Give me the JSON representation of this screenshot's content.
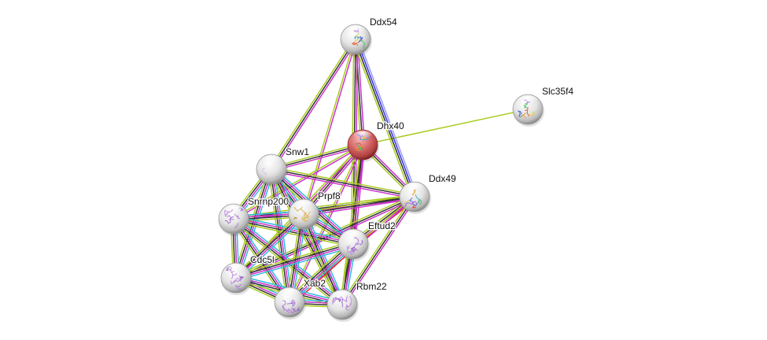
{
  "title": "Protein interaction network",
  "edge_colors": {
    "experimental": "#cc33cc",
    "database": "#33bbdd",
    "textmining": "#aacc22",
    "coexpression": "#333333",
    "neighborhood": "#3333ee",
    "gene_fusion": "#ee2222",
    "homology": "#9999ff"
  },
  "nodes": [
    {
      "id": "Ddx54",
      "label": "Ddx54",
      "query": false,
      "structure": "rainbow"
    },
    {
      "id": "Dhx40",
      "label": "Dhx40",
      "query": true,
      "structure": "rainbow"
    },
    {
      "id": "Slc35f4",
      "label": "Slc35f4",
      "query": false,
      "structure": "rainbow"
    },
    {
      "id": "Snw1",
      "label": "Snw1",
      "query": false,
      "structure": "faint"
    },
    {
      "id": "Ddx49",
      "label": "Ddx49",
      "query": false,
      "structure": "rainbow"
    },
    {
      "id": "Snrnp200",
      "label": "Snrnp200",
      "query": false,
      "structure": "purple"
    },
    {
      "id": "Prpf8",
      "label": "Prpf8",
      "query": false,
      "structure": "gold"
    },
    {
      "id": "Eftud2",
      "label": "Eftud2",
      "query": false,
      "structure": "purple"
    },
    {
      "id": "Cdc5l",
      "label": "Cdc5l",
      "query": false,
      "structure": "purple"
    },
    {
      "id": "Xab2",
      "label": "Xab2",
      "query": false,
      "structure": "purple"
    },
    {
      "id": "Rbm22",
      "label": "Rbm22",
      "query": false,
      "structure": "purple"
    }
  ],
  "edges": [
    {
      "source": "Dhx40",
      "target": "Slc35f4",
      "evidence": [
        "textmining"
      ]
    },
    {
      "source": "Ddx54",
      "target": "Dhx40",
      "evidence": [
        "experimental",
        "coexpression",
        "textmining"
      ]
    },
    {
      "source": "Ddx54",
      "target": "Ddx49",
      "evidence": [
        "homology",
        "neighborhood",
        "coexpression",
        "textmining"
      ]
    },
    {
      "source": "Ddx54",
      "target": "Snw1",
      "evidence": [
        "experimental",
        "coexpression",
        "textmining"
      ]
    },
    {
      "source": "Ddx54",
      "target": "Prpf8",
      "evidence": [
        "experimental",
        "textmining"
      ]
    },
    {
      "source": "Ddx54",
      "target": "Eftud2",
      "evidence": [
        "experimental",
        "coexpression",
        "textmining"
      ]
    },
    {
      "source": "Dhx40",
      "target": "Ddx49",
      "evidence": [
        "experimental",
        "coexpression",
        "textmining"
      ]
    },
    {
      "source": "Dhx40",
      "target": "Snw1",
      "evidence": [
        "experimental",
        "coexpression",
        "textmining"
      ]
    },
    {
      "source": "Dhx40",
      "target": "Snrnp200",
      "evidence": [
        "experimental",
        "textmining"
      ]
    },
    {
      "source": "Dhx40",
      "target": "Prpf8",
      "evidence": [
        "experimental",
        "coexpression",
        "textmining"
      ]
    },
    {
      "source": "Dhx40",
      "target": "Eftud2",
      "evidence": [
        "experimental",
        "coexpression",
        "textmining"
      ]
    },
    {
      "source": "Dhx40",
      "target": "Cdc5l",
      "evidence": [
        "experimental",
        "textmining"
      ]
    },
    {
      "source": "Dhx40",
      "target": "Xab2",
      "evidence": [
        "experimental",
        "textmining"
      ]
    },
    {
      "source": "Dhx40",
      "target": "Rbm22",
      "evidence": [
        "experimental",
        "coexpression",
        "textmining"
      ]
    },
    {
      "source": "Ddx49",
      "target": "Snw1",
      "evidence": [
        "experimental",
        "coexpression",
        "textmining"
      ]
    },
    {
      "source": "Ddx49",
      "target": "Snrnp200",
      "evidence": [
        "experimental",
        "coexpression",
        "textmining"
      ]
    },
    {
      "source": "Ddx49",
      "target": "Prpf8",
      "evidence": [
        "experimental",
        "coexpression",
        "textmining"
      ]
    },
    {
      "source": "Ddx49",
      "target": "Eftud2",
      "evidence": [
        "gene_fusion",
        "experimental",
        "coexpression",
        "textmining"
      ]
    },
    {
      "source": "Ddx49",
      "target": "Cdc5l",
      "evidence": [
        "experimental",
        "coexpression",
        "textmining"
      ]
    },
    {
      "source": "Ddx49",
      "target": "Xab2",
      "evidence": [
        "experimental",
        "textmining"
      ]
    },
    {
      "source": "Ddx49",
      "target": "Rbm22",
      "evidence": [
        "experimental",
        "coexpression",
        "textmining"
      ]
    },
    {
      "source": "Snw1",
      "target": "Snrnp200",
      "evidence": [
        "database",
        "experimental",
        "coexpression",
        "textmining"
      ]
    },
    {
      "source": "Snw1",
      "target": "Prpf8",
      "evidence": [
        "database",
        "experimental",
        "coexpression",
        "textmining"
      ]
    },
    {
      "source": "Snw1",
      "target": "Eftud2",
      "evidence": [
        "database",
        "experimental",
        "coexpression",
        "textmining"
      ]
    },
    {
      "source": "Snw1",
      "target": "Cdc5l",
      "evidence": [
        "database",
        "experimental",
        "coexpression",
        "textmining"
      ]
    },
    {
      "source": "Snw1",
      "target": "Xab2",
      "evidence": [
        "database",
        "experimental",
        "coexpression",
        "textmining"
      ]
    },
    {
      "source": "Snw1",
      "target": "Rbm22",
      "evidence": [
        "database",
        "experimental",
        "coexpression",
        "textmining"
      ]
    },
    {
      "source": "Snrnp200",
      "target": "Prpf8",
      "evidence": [
        "database",
        "experimental",
        "coexpression",
        "textmining"
      ]
    },
    {
      "source": "Snrnp200",
      "target": "Eftud2",
      "evidence": [
        "database",
        "experimental",
        "coexpression",
        "textmining"
      ]
    },
    {
      "source": "Snrnp200",
      "target": "Cdc5l",
      "evidence": [
        "database",
        "experimental",
        "coexpression",
        "textmining"
      ]
    },
    {
      "source": "Snrnp200",
      "target": "Xab2",
      "evidence": [
        "database",
        "experimental",
        "coexpression",
        "textmining"
      ]
    },
    {
      "source": "Snrnp200",
      "target": "Rbm22",
      "evidence": [
        "database",
        "experimental",
        "coexpression",
        "textmining"
      ]
    },
    {
      "source": "Prpf8",
      "target": "Eftud2",
      "evidence": [
        "database",
        "experimental",
        "coexpression",
        "textmining"
      ]
    },
    {
      "source": "Prpf8",
      "target": "Cdc5l",
      "evidence": [
        "database",
        "experimental",
        "coexpression",
        "textmining"
      ]
    },
    {
      "source": "Prpf8",
      "target": "Xab2",
      "evidence": [
        "database",
        "experimental",
        "coexpression",
        "textmining"
      ]
    },
    {
      "source": "Prpf8",
      "target": "Rbm22",
      "evidence": [
        "database",
        "experimental",
        "coexpression",
        "textmining"
      ]
    },
    {
      "source": "Eftud2",
      "target": "Cdc5l",
      "evidence": [
        "database",
        "experimental",
        "coexpression",
        "textmining"
      ]
    },
    {
      "source": "Eftud2",
      "target": "Xab2",
      "evidence": [
        "gene_fusion",
        "database",
        "experimental",
        "coexpression",
        "textmining"
      ]
    },
    {
      "source": "Eftud2",
      "target": "Rbm22",
      "evidence": [
        "database",
        "experimental",
        "coexpression",
        "textmining"
      ]
    },
    {
      "source": "Cdc5l",
      "target": "Xab2",
      "evidence": [
        "database",
        "experimental",
        "coexpression",
        "textmining"
      ]
    },
    {
      "source": "Cdc5l",
      "target": "Rbm22",
      "evidence": [
        "database",
        "experimental",
        "coexpression",
        "textmining"
      ]
    },
    {
      "source": "Xab2",
      "target": "Rbm22",
      "evidence": [
        "database",
        "experimental",
        "coexpression",
        "textmining"
      ]
    }
  ]
}
